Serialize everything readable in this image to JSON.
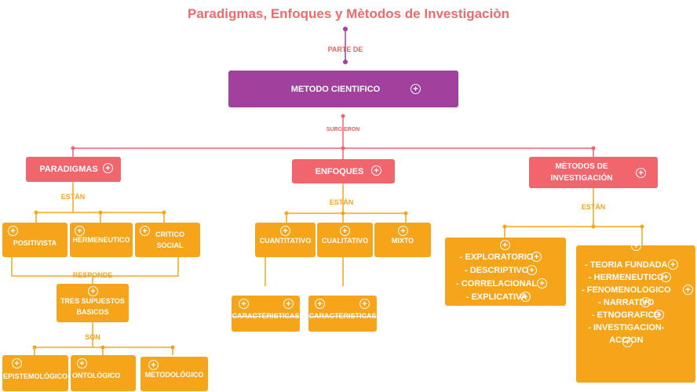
{
  "title": "Paradigmas, Enfoques y Mètodos de Investigaciòn",
  "links": {
    "parte_de": "PARTE DE",
    "surgieron": "SURGIERON",
    "estan_1": "ESTÁN",
    "estan_2": "ESTÁN",
    "estan_3": "ESTÁN",
    "responde": "RESPONDE",
    "son": "SON"
  },
  "nodes": {
    "metodo": "METODO CIENTIFICO",
    "paradigmas": "PARADIGMAS",
    "enfoques": "ENFOQUES",
    "metodos_1": "MÈTODOS DE",
    "metodos_2": "INVESTIGACIÓN",
    "positivista": "POSITIVISTA",
    "hermeneutico": "HERMENEUTICO",
    "critico_1": "CRITICO",
    "critico_2": "SOCIAL",
    "supuestos_1": "TRES SUPUESTOS",
    "supuestos_2": "BASICOS",
    "epistemologico": "EPISTEMOLÓGICO",
    "ontologico": "ONTOLÓGICO",
    "metodologico": "METODOLÓGICO",
    "cuantitativo": "CUANTITATIVO",
    "cualitativo": "CUALITATIVO",
    "mixto": "MIXTO",
    "car_1": "CARACTERISTICAS",
    "car_2": "CARACTERISTICAS"
  },
  "list_left": [
    "- EXPLORATORIO",
    "- DESCRIPTIVO",
    "- CORRELACIONAL",
    "- EXPLICATIVA"
  ],
  "list_right": [
    "- TEORIA FUNDADA",
    "- HERMENEUTICO",
    "- FENOMENOLOGICO",
    "- NARRATIVO",
    "- ETNOGRAFICO",
    "- INVESTIGACION-",
    "ACCION"
  ],
  "icon": "+",
  "colors": {
    "purple": "#a1419d",
    "coral": "#f0666c",
    "orange": "#f6a51a",
    "title": "#ee6b6b"
  }
}
